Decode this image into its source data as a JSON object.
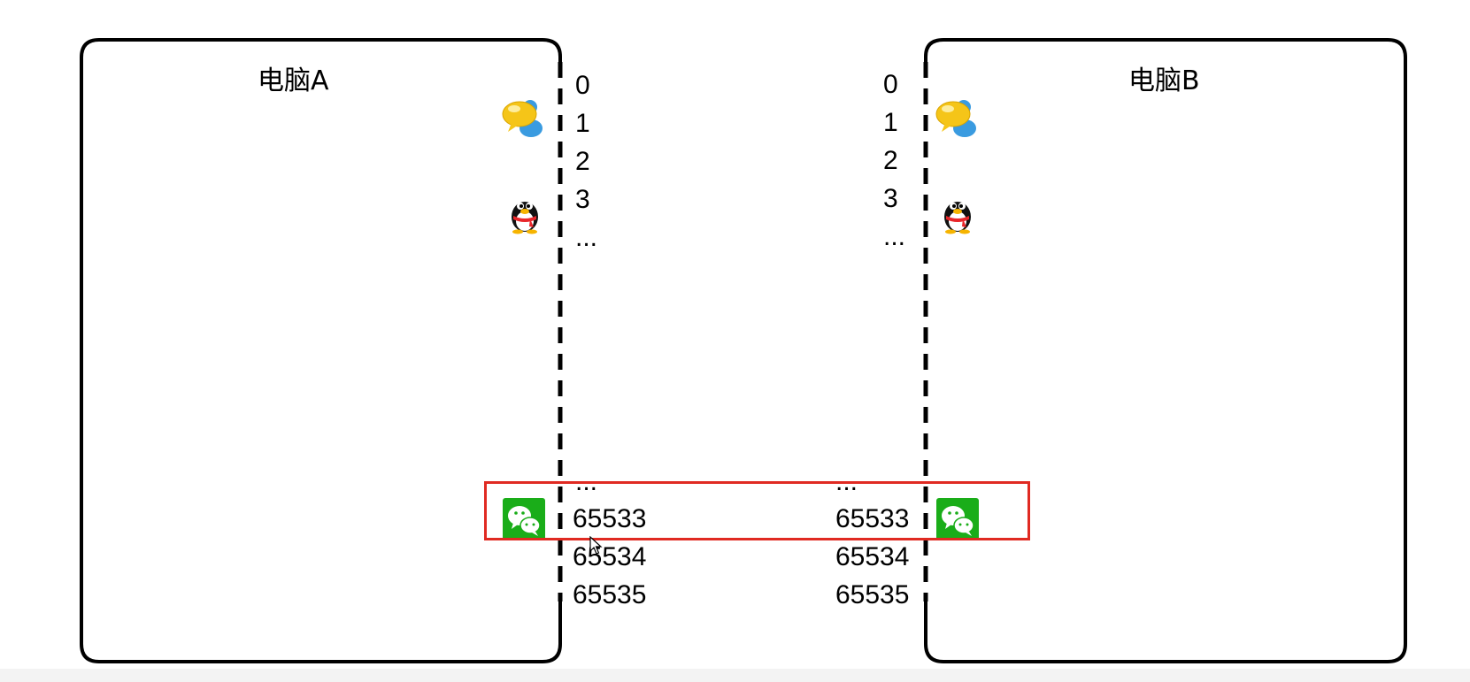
{
  "computer_a": {
    "title": "电脑A",
    "ports_top": [
      "0",
      "1",
      "2",
      "3",
      "..."
    ],
    "ports_bottom": [
      "...",
      "65533",
      "65534",
      "65535"
    ]
  },
  "computer_b": {
    "title": "电脑B",
    "ports_top": [
      "0",
      "1",
      "2",
      "3",
      "..."
    ],
    "ports_bottom": [
      "...",
      "65533",
      "65534",
      "65535"
    ]
  },
  "icons": [
    "messenger-icon",
    "qq-penguin-icon",
    "wechat-icon"
  ],
  "colors": {
    "frame": "#000000",
    "highlight": "#e02a22",
    "wechat_green": "#1aad19",
    "qq_red": "#e8262a",
    "bubble_yellow": "#f5c518",
    "person_blue": "#3a9be0"
  }
}
